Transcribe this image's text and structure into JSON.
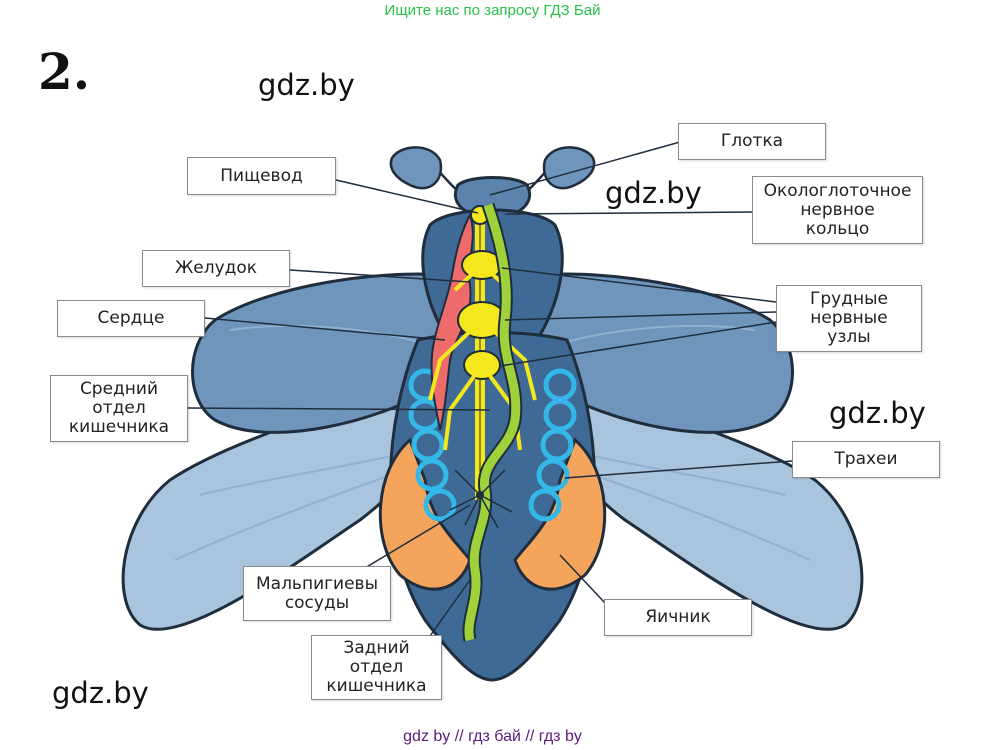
{
  "banner": "Ищите нас по запросу ГДЗ Бай",
  "task_number": "2.",
  "watermarks": [
    "gdz.by",
    "gdz.by",
    "gdz.by",
    "gdz.by"
  ],
  "footer": "gdz by  //  гдз бай  //  гдз by",
  "labels": {
    "glotka": "Глотка",
    "pishchevod": "Пищевод",
    "okologlotochnoe": "Окологлоточное\nнервное\nкольцо",
    "zheludok": "Желудок",
    "grudnye": "Грудные\nнервные\nузлы",
    "serdce": "Сердце",
    "sredniy": "Средний\nотдел\nкишечника",
    "trahei": "Трахеи",
    "malpigievy": "Мальпигиевы\nсосуды",
    "yaichnik": "Яичник",
    "zadniy": "Задний\nотдел\nкишечника"
  },
  "colors": {
    "wing": "#a9c4dd",
    "wing_dark": "#6f95bd",
    "body": "#3f6a96",
    "head": "#5b83ad",
    "heart": "#ee6b6b",
    "nerve": "#f4e81c",
    "gut": "#9fd13a",
    "trachea": "#34b8e8",
    "ovary": "#f4a55b",
    "outline": "#1f2d3d"
  }
}
